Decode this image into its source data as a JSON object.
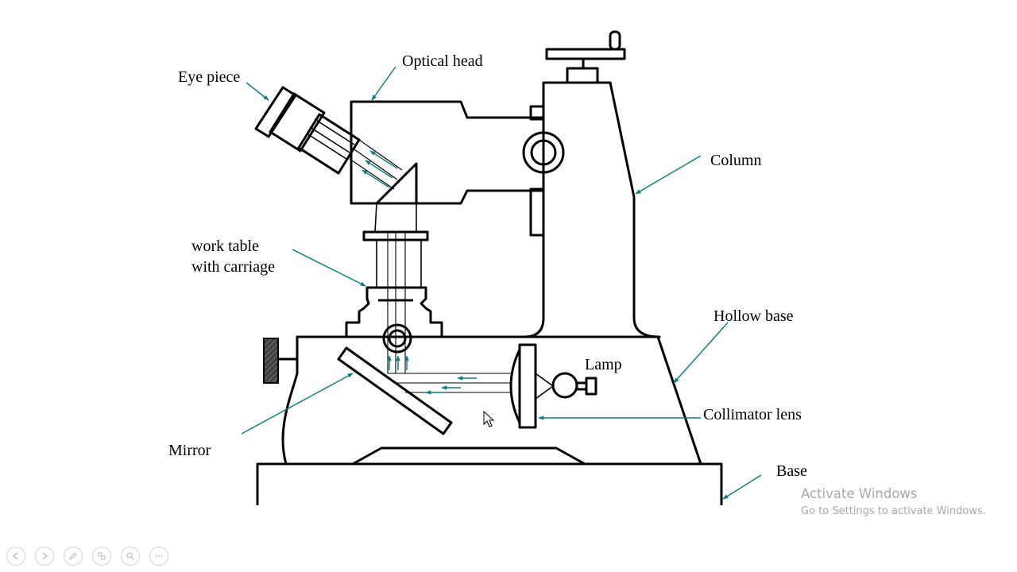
{
  "labels": {
    "eye_piece": "Eye piece",
    "optical_head": "Optical head",
    "column": "Column",
    "work_table_line1": "work table",
    "work_table_line2": "with carriage",
    "hollow_base": "Hollow base",
    "lamp": "Lamp",
    "collimator_lens": "Collimator lens",
    "mirror": "Mirror",
    "base": "Base"
  },
  "watermark": {
    "title": "Activate Windows",
    "subtitle": "Go to Settings to activate Windows."
  },
  "colors": {
    "leader": "#0f7f83",
    "outline": "#000000",
    "watermark": "#a8a8a8"
  },
  "toolbar": {
    "icons": [
      "prev-icon",
      "next-icon",
      "pen-icon",
      "slides-icon",
      "zoom-icon",
      "more-icon"
    ]
  }
}
